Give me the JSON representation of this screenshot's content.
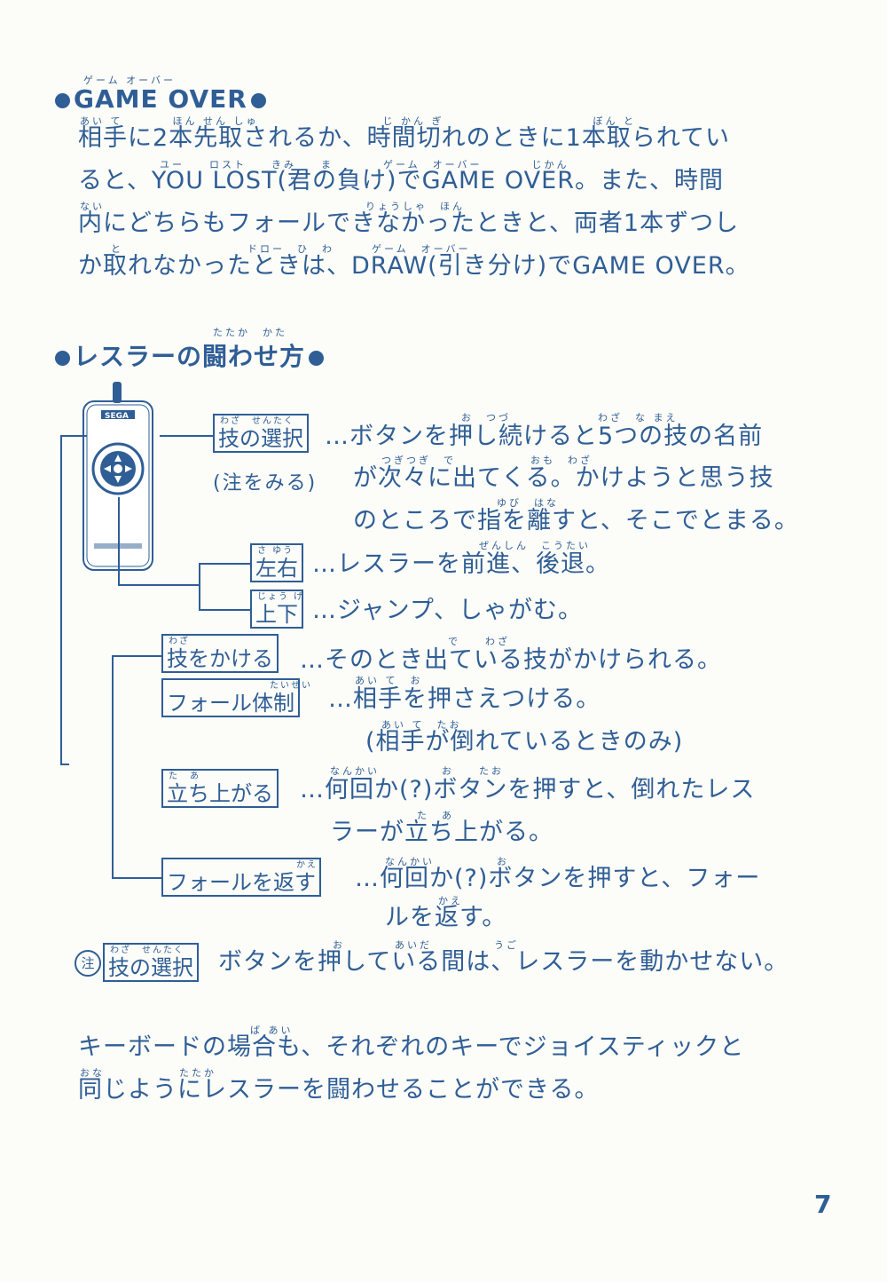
{
  "game_over": {
    "heading": "GAME OVER",
    "heading_ruby": "ゲーム オーバー",
    "ruby1": "あい て　　　　ほん せん しゅ　　　　　　　　　　じ かん ぎ　　　　　　　　　　　　ぼん と",
    "line1": "相手に2本先取されるか、時間切れのときに1本取られてい",
    "ruby2": "ユー　　ロスト　　きみ　　ま　　　　ゲーム　オーバー　　　　じかん",
    "line2": "ると、YOU LOST(君の負け)でGAME OVER。また、時間",
    "ruby3": "ない　　　　　　　　　　　　　　　　　　　　　りょうしゃ　ほん",
    "line3": "内にどちらもフォールできなかったときと、両者1本ずつし",
    "ruby4": "と　　　　　　　　　　ドロー　ひ　わ　　　ゲーム　オーバー",
    "line4": "か取れなかったときは、DRAW(引き分け)でGAME OVER。"
  },
  "fight": {
    "heading": "レスラーの闘わせ方",
    "heading_ruby": "たたか　かた",
    "controller_brand": "SEGA",
    "items": [
      {
        "label": "技の選択",
        "ruby": "わざ　せんたく",
        "text1": "…ボタンを押し続けると5つの技の名前",
        "ruby1": "お　つづ　　　　　　　わざ　な まえ"
      },
      {
        "label": "左右",
        "ruby": "さ ゆう",
        "text1": "…レスラーを前進、後退。",
        "ruby1": "ぜんしん　こうたい"
      },
      {
        "label": "上下",
        "ruby": "じょう げ",
        "text1": "…ジャンプ、しゃがむ。"
      },
      {
        "label": "技をかける",
        "ruby": "わざ",
        "text1": "…そのとき出ている技がかけられる。",
        "ruby1": "で　　わざ"
      },
      {
        "label": "フォール体制",
        "ruby": "たいせい",
        "text1": "…相手を押さえつける。",
        "ruby1": "あい て　お"
      },
      {
        "label": "立ち上がる",
        "ruby": "た　あ",
        "text1": "…何回か(?)ボタンを押すと、倒れたレス",
        "ruby1": "なんかい　　　　　お　　たお"
      },
      {
        "label": "フォールを返す",
        "ruby": "かえ",
        "text1": "…何回か(?)ボタンを押すと、フォー",
        "ruby1": "なんかい　　　　　お"
      }
    ],
    "select_note": "(注をみる)",
    "select_line2": "が次々に出てくる。かけようと思う技",
    "select_line2_ruby": "つぎつぎ　で　　　　　　おも　わざ",
    "select_line3": "のところで指を離すと、そこでとまる。",
    "select_line3_ruby": "ゆび　はな",
    "fall_line2": "(相手が倒れているときのみ)",
    "fall_line2_ruby": "あい て　たお",
    "stand_line2": "ラーが立ち上がる。",
    "stand_line2_ruby": "た　あ",
    "return_line2": "ルを返す。",
    "return_line2_ruby": "かえ",
    "note_mark": "注",
    "note_label": "技の選択",
    "note_label_ruby": "わざ　せんたく",
    "note_text": "ボタンを押している間は、レスラーを動かせない。",
    "note_ruby": "お　　　　あいだ　　　　　うご"
  },
  "keyboard": {
    "ruby1": "ば あい",
    "line1": "キーボードの場合も、それぞれのキーでジョイスティックと",
    "ruby2": "おな　　　　　　たたか",
    "line2": "同じようにレスラーを闘わせることができる。"
  },
  "page_number": "7",
  "colors": {
    "ink": "#2f5e96",
    "paper": "#fcfcf8"
  }
}
